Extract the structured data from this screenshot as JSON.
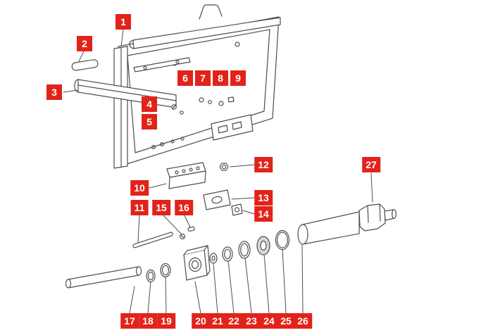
{
  "diagram": {
    "type": "exploded-parts-diagram",
    "description": "Exploded view line drawing of a mechanical frame assembly with numbered part callouts",
    "label_color": "#e2231a",
    "label_text_color": "#ffffff",
    "line_color": "#4d4d4d",
    "background_color": "#ffffff",
    "labels": [
      {
        "num": "1"
      },
      {
        "num": "2"
      },
      {
        "num": "3"
      },
      {
        "num": "4"
      },
      {
        "num": "5"
      },
      {
        "num": "6"
      },
      {
        "num": "7"
      },
      {
        "num": "8"
      },
      {
        "num": "9"
      },
      {
        "num": "10"
      },
      {
        "num": "11"
      },
      {
        "num": "12"
      },
      {
        "num": "13"
      },
      {
        "num": "14"
      },
      {
        "num": "15"
      },
      {
        "num": "16"
      },
      {
        "num": "17"
      },
      {
        "num": "18"
      },
      {
        "num": "19"
      },
      {
        "num": "20"
      },
      {
        "num": "21"
      },
      {
        "num": "22"
      },
      {
        "num": "23"
      },
      {
        "num": "24"
      },
      {
        "num": "25"
      },
      {
        "num": "26"
      },
      {
        "num": "27"
      }
    ]
  }
}
